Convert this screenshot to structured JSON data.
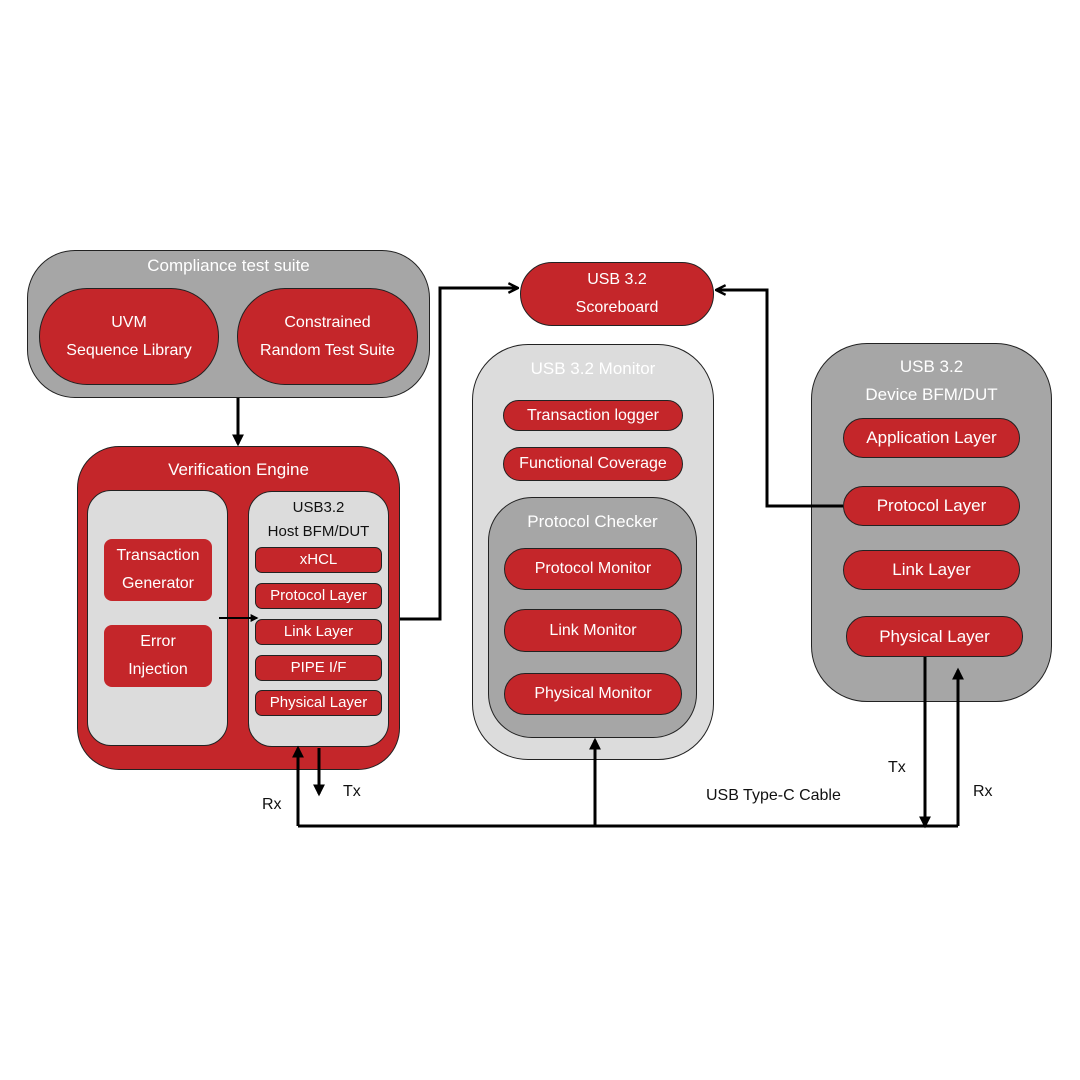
{
  "compliance": {
    "title": "Compliance test suite",
    "uvm": [
      "UVM",
      "Sequence Library"
    ],
    "crts": [
      "Constrained",
      "Random Test Suite"
    ]
  },
  "engine": {
    "title": "Verification Engine",
    "txgen": [
      "Transaction",
      "Generator"
    ],
    "err": [
      "Error",
      "Injection"
    ],
    "host": {
      "title": [
        "USB3.2",
        "Host BFM/DUT"
      ],
      "layers": [
        "xHCL",
        "Protocol Layer",
        "Link Layer",
        "PIPE I/F",
        "Physical Layer"
      ]
    }
  },
  "scoreboard": [
    "USB 3.2",
    "Scoreboard"
  ],
  "monitor": {
    "title": "USB 3.2 Monitor",
    "items": [
      "Transaction logger",
      "Functional Coverage"
    ],
    "checker": {
      "title": "Protocol Checker",
      "items": [
        "Protocol Monitor",
        "Link Monitor",
        "Physical Monitor"
      ]
    }
  },
  "device": {
    "title": [
      "USB 3.2",
      "Device BFM/DUT"
    ],
    "layers": [
      "Application Layer",
      "Protocol Layer",
      "Link Layer",
      "Physical Layer"
    ]
  },
  "labels": {
    "rx_host": "Rx",
    "tx_host": "Tx",
    "tx_dev": "Tx",
    "rx_dev": "Rx",
    "cable": "USB Type-C Cable"
  }
}
